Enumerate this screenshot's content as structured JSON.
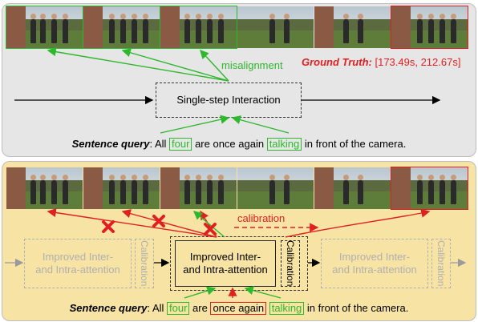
{
  "top": {
    "single_step_label": "Single-step Interaction",
    "misalignment_label": "misalignment",
    "ground_truth_label": "Ground Truth:",
    "ground_truth_value": "[173.49s, 212.67s]"
  },
  "bottom": {
    "left_block": [
      "Improved Inter-",
      "and Intra-attention"
    ],
    "left_calibration": "Calibration",
    "center_block": [
      "Improved Inter-",
      "and Intra-attention"
    ],
    "center_calibration": "Calibration",
    "right_block": [
      "Improved Inter-",
      "and Intra-attention"
    ],
    "right_calibration": "Calibration",
    "calibration_label": "calibration"
  },
  "query": {
    "prefix": "Sentence query",
    "colon": ": All ",
    "word_four": "four",
    "word_are": " are ",
    "phrase_once_again": "once again",
    "space": " ",
    "word_talking": "talking",
    "suffix": " in front of the camera.",
    "top_between": " are once again "
  },
  "frames": [
    "frame-1",
    "frame-2",
    "frame-3",
    "frame-4",
    "frame-5",
    "frame-6"
  ],
  "colors": {
    "green": "#2db82d",
    "red": "#e02020",
    "top_bg": "#e6e6e6",
    "bottom_bg": "#f7e3a3"
  }
}
